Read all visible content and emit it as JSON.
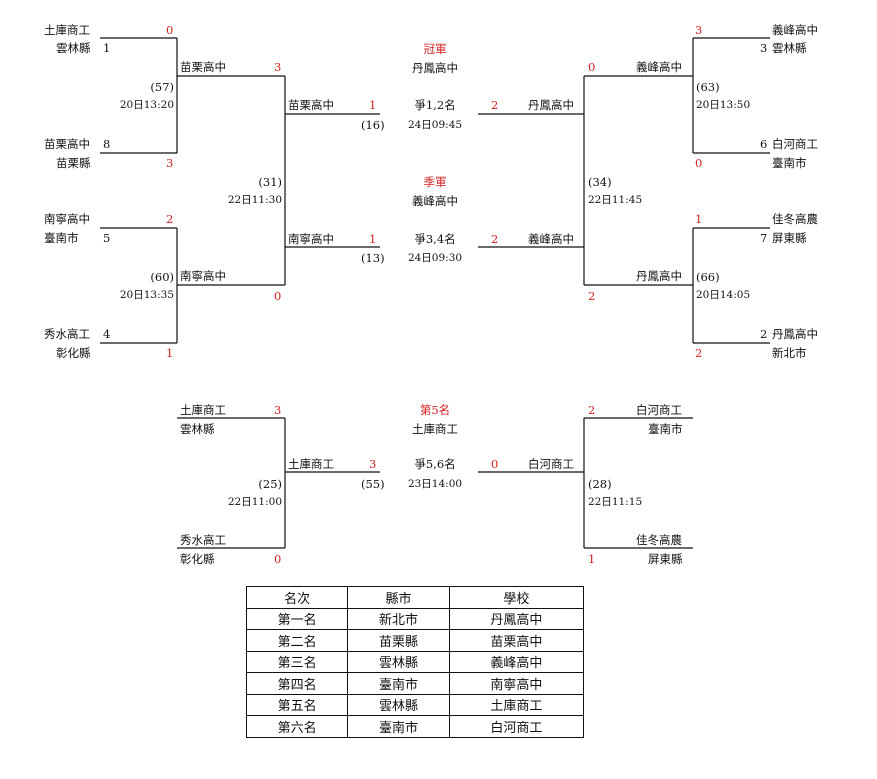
{
  "main": {
    "l1": {
      "team": "土庫商工",
      "seed": "1",
      "county": "雲林縣",
      "score": "0"
    },
    "l2": {
      "team": "苗栗高中",
      "seed": "8",
      "county": "苗栗縣",
      "score": "3"
    },
    "l3": {
      "team": "南寧高中",
      "seed": "5",
      "county": "臺南市",
      "score": "2"
    },
    "l4": {
      "team": "秀水高工",
      "seed": "4",
      "county": "彰化縣",
      "score": "1"
    },
    "r1": {
      "team": "義峰高中",
      "seed": "3",
      "county": "雲林縣",
      "score": "3"
    },
    "r2": {
      "team": "白河商工",
      "seed": "6",
      "county": "臺南市",
      "score": "0"
    },
    "r3": {
      "team": "佳冬高農",
      "seed": "7",
      "county": "屏東縣",
      "score": "1"
    },
    "r4": {
      "team": "丹鳳高中",
      "seed": "2",
      "county": "新北市",
      "score": "2"
    },
    "m57": {
      "num": "(57)",
      "time": "20日13:20",
      "winner": "苗栗高中",
      "score": "3"
    },
    "m60": {
      "num": "(60)",
      "time": "20日13:35",
      "winner": "南寧高中",
      "score": "0"
    },
    "m63": {
      "num": "(63)",
      "time": "20日13:50",
      "winner": "義峰高中",
      "score": "0"
    },
    "m66": {
      "num": "(66)",
      "time": "20日14:05",
      "winner": "丹鳳高中",
      "score": "2"
    },
    "m31": {
      "num": "(31)",
      "time": "22日11:30",
      "winner": "苗栗高中",
      "score": "1",
      "loser": "南寧高中",
      "loser_score": "1"
    },
    "m34": {
      "num": "(34)",
      "time": "22日11:45",
      "winner": "丹鳳高中",
      "score": "2",
      "loser": "義峰高中",
      "loser_score": "2"
    },
    "final": {
      "title": "冠軍",
      "champion": "丹鳳高中",
      "label": "爭1,2名",
      "num": "(16)",
      "time": "24日09:45"
    },
    "third": {
      "title": "季軍",
      "winner": "義峰高中",
      "label": "爭3,4名",
      "num": "(13)",
      "time": "24日09:30"
    }
  },
  "fifth": {
    "l1": {
      "team": "土庫商工",
      "county": "雲林縣",
      "score": "3"
    },
    "l2": {
      "team": "秀水高工",
      "county": "彰化縣",
      "score": "0"
    },
    "r1": {
      "team": "白河商工",
      "county": "臺南市",
      "score": "2"
    },
    "r2": {
      "team": "佳冬高農",
      "county": "屏東縣",
      "score": "1"
    },
    "m25": {
      "num": "(25)",
      "time": "22日11:00",
      "winner": "土庫商工",
      "score": "3"
    },
    "m28": {
      "num": "(28)",
      "time": "22日11:15",
      "winner": "白河商工",
      "score": "0"
    },
    "center": {
      "title": "第5名",
      "winner": "土庫商工",
      "label": "爭5,6名",
      "num": "(55)",
      "time": "23日14:00"
    }
  },
  "ranking": {
    "headers": [
      "名次",
      "縣市",
      "學校"
    ],
    "rows": [
      [
        "第一名",
        "新北市",
        "丹鳳高中"
      ],
      [
        "第二名",
        "苗栗縣",
        "苗栗高中"
      ],
      [
        "第三名",
        "雲林縣",
        "義峰高中"
      ],
      [
        "第四名",
        "臺南市",
        "南寧高中"
      ],
      [
        "第五名",
        "雲林縣",
        "土庫商工"
      ],
      [
        "第六名",
        "臺南市",
        "白河商工"
      ]
    ]
  }
}
